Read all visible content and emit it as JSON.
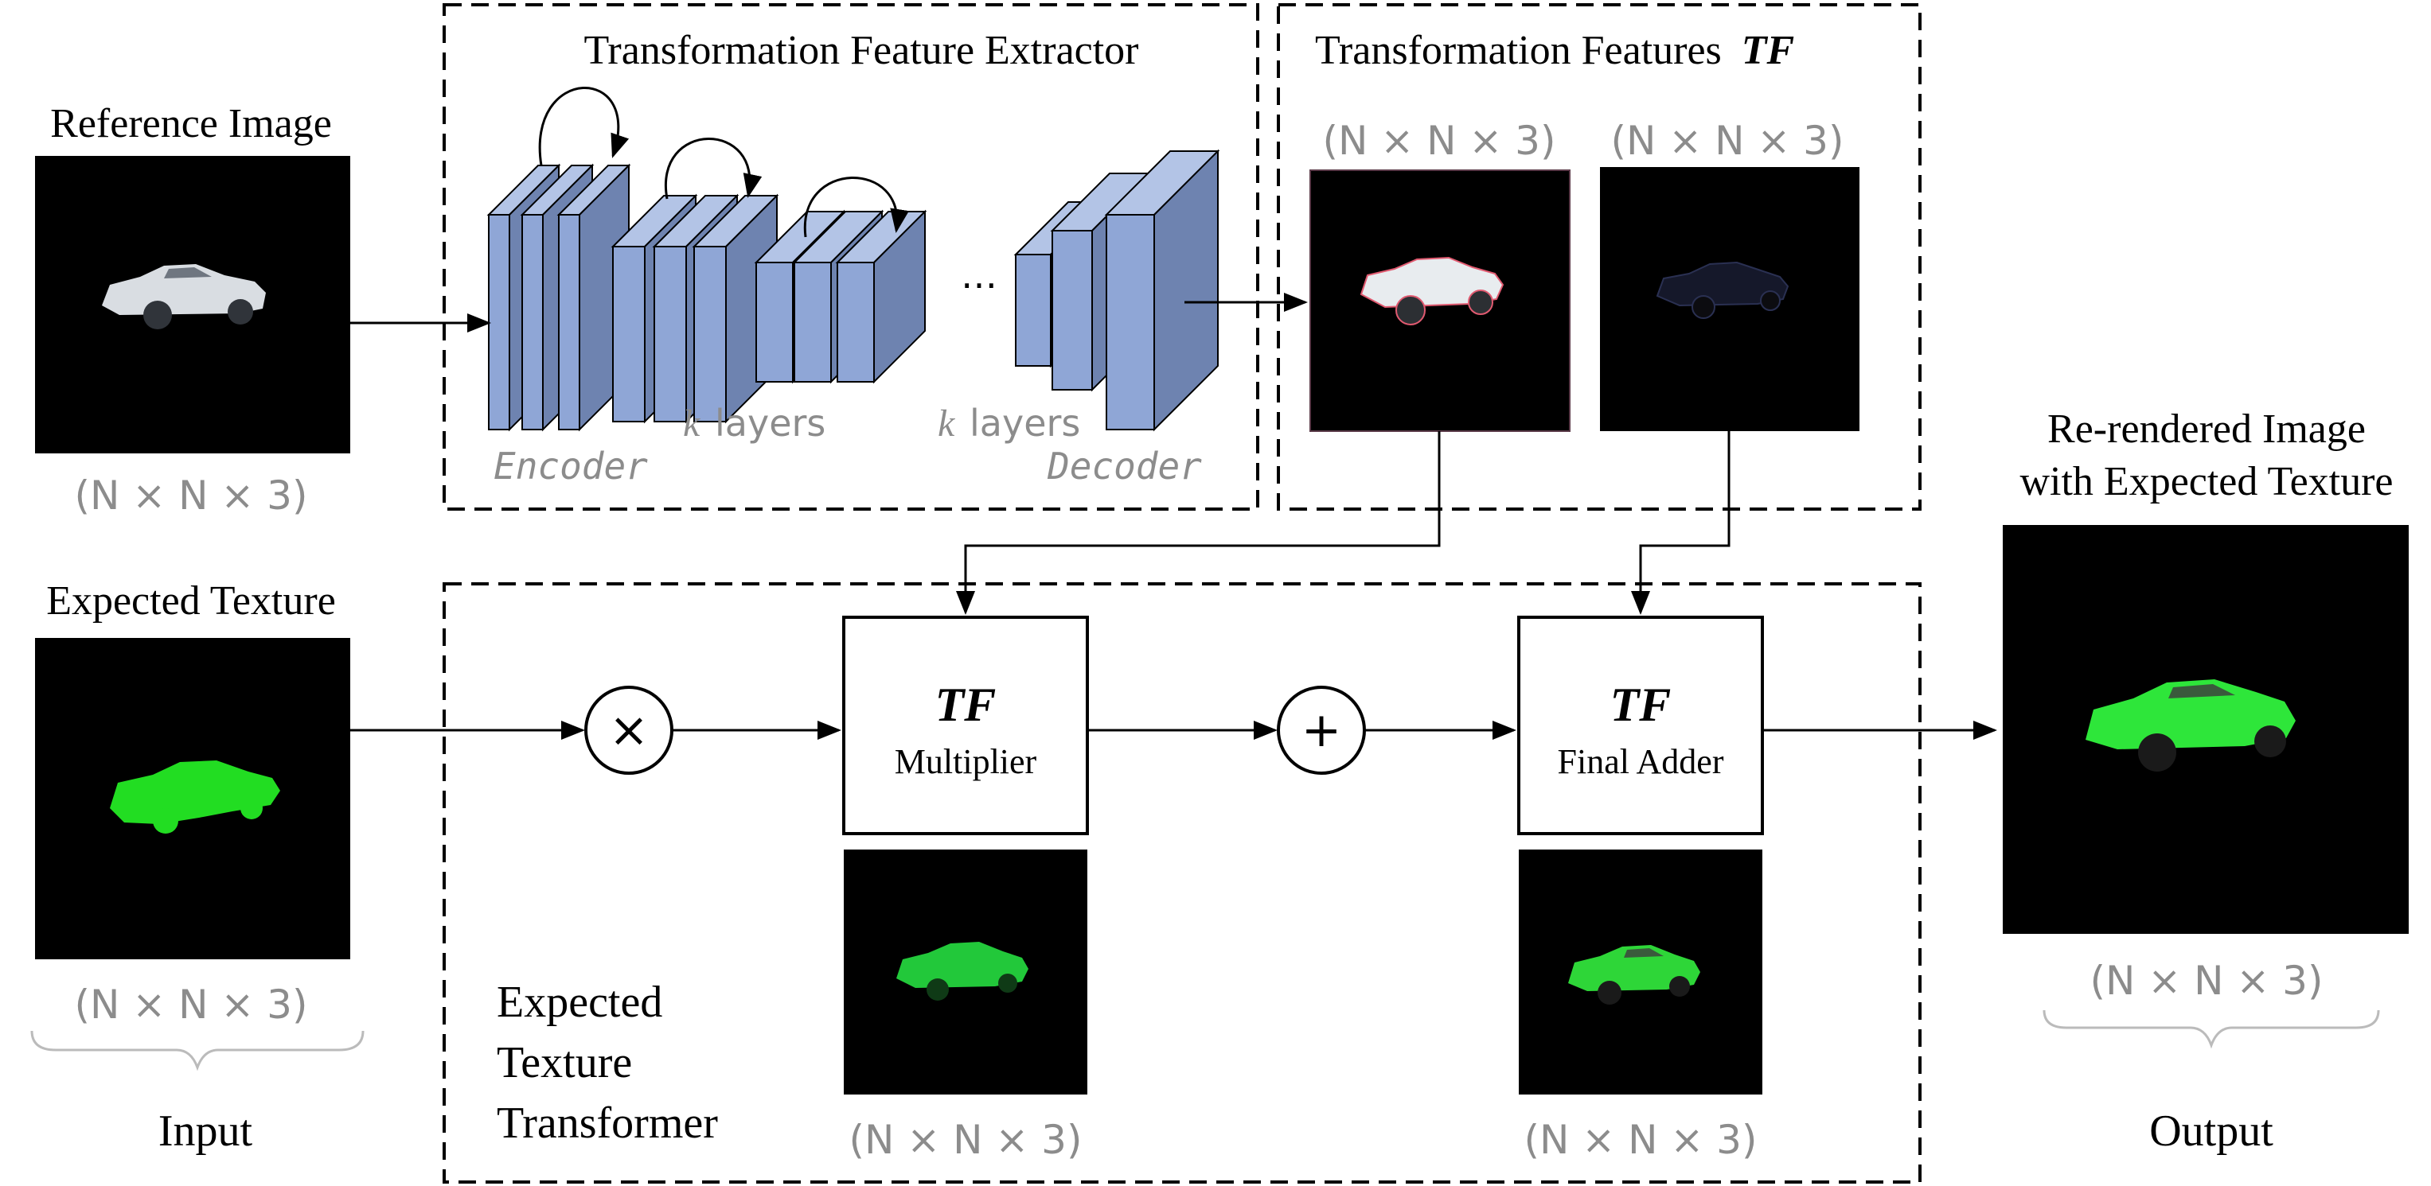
{
  "input": {
    "reference_image_label": "Reference Image",
    "expected_texture_label": "Expected Texture",
    "dim_reference": "(N × N × 3)",
    "dim_texture": "(N × N × 3)",
    "group_label": "Input"
  },
  "extractor": {
    "title": "Transformation Feature Extractor",
    "k_symbol_1": "k",
    "layers_label_1": "layers",
    "k_symbol_2": "k",
    "layers_label_2": "layers",
    "ellipsis": "…",
    "encoder_label": "Encoder",
    "decoder_label": "Decoder"
  },
  "features": {
    "title": "Transformation Features",
    "title_symbol": "TF",
    "dim_1": "(N × N × 3)",
    "dim_2": "(N × N × 3)"
  },
  "transformer": {
    "title_line_1": "Expected",
    "title_line_2": "Texture",
    "title_line_3": "Transformer",
    "multiply_symbol": "×",
    "add_symbol": "+",
    "multiplier_tf": "TF",
    "multiplier_label": "Multiplier",
    "adder_tf": "TF",
    "adder_label": "Final Adder",
    "dim_multiplier": "(N × N × 3)",
    "dim_adder": "(N × N × 3)"
  },
  "output": {
    "title_line_1": "Re-rendered Image",
    "title_line_2": "with Expected Texture",
    "dim": "(N × N × 3)",
    "group_label": "Output"
  },
  "colors": {
    "layer_face": "#8fa6d6",
    "layer_side": "#6e83b0",
    "layer_top": "#b3c4e6",
    "texture_green": "#22dd22",
    "car_white": "#d9dde2",
    "image_bg": "#000000"
  }
}
